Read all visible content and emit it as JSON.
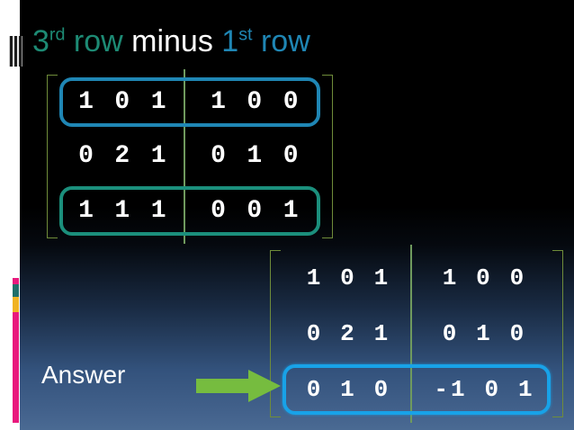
{
  "slide": {
    "title": {
      "parts": [
        {
          "text": "3",
          "sup": "rd",
          "color": "#1d8a74"
        },
        {
          "text": " row ",
          "color": "#1d8a74"
        },
        {
          "text": "minus ",
          "color": "#ffffff"
        },
        {
          "text": "1",
          "sup": "st",
          "color": "#1f86b4"
        },
        {
          "text": " row",
          "color": "#1f86b4"
        }
      ],
      "plain": "3rd row minus 1st row"
    },
    "title_seg": {
      "seg1": "3",
      "sup1": "rd",
      "seg2": " row ",
      "seg3": "minus ",
      "seg4": "1",
      "sup2": "st",
      "seg5": " row"
    },
    "answer_label": "Answer",
    "arrow_icon": "right-arrow-icon",
    "arrow_color": "#76bc3f",
    "tab_icon": "striped-tab-icon"
  },
  "colors": {
    "background_top": "#000000",
    "background_bottom": "#4a6a93",
    "bracket": "#6f8c3a",
    "divider": "#6f9a5e",
    "highlight_blue": "#1f86b4",
    "highlight_teal": "#1b8f7c",
    "highlight_cyan": "#18a2e8",
    "accent_pink": "#e8197d",
    "accent_yellow": "#f0b323",
    "accent_teal": "#1f6f6a",
    "text_white": "#ffffff"
  },
  "matrix1": {
    "name": "source-matrix",
    "rows": [
      {
        "left": "1 0 1",
        "right": "1 0 0",
        "highlight": "blue"
      },
      {
        "left": "0 2 1",
        "right": "0 1 0",
        "highlight": "none"
      },
      {
        "left": "1 1 1",
        "right": "0 0 1",
        "highlight": "teal"
      }
    ]
  },
  "matrix2": {
    "name": "answer-matrix",
    "rows": [
      {
        "left": "1 0 1",
        "right": "1 0 0",
        "highlight": "none"
      },
      {
        "left": "0 2 1",
        "right": "0 1 0",
        "highlight": "none"
      },
      {
        "left": "0 1 0",
        "right": "-1 0 1",
        "highlight": "cyan"
      }
    ]
  }
}
